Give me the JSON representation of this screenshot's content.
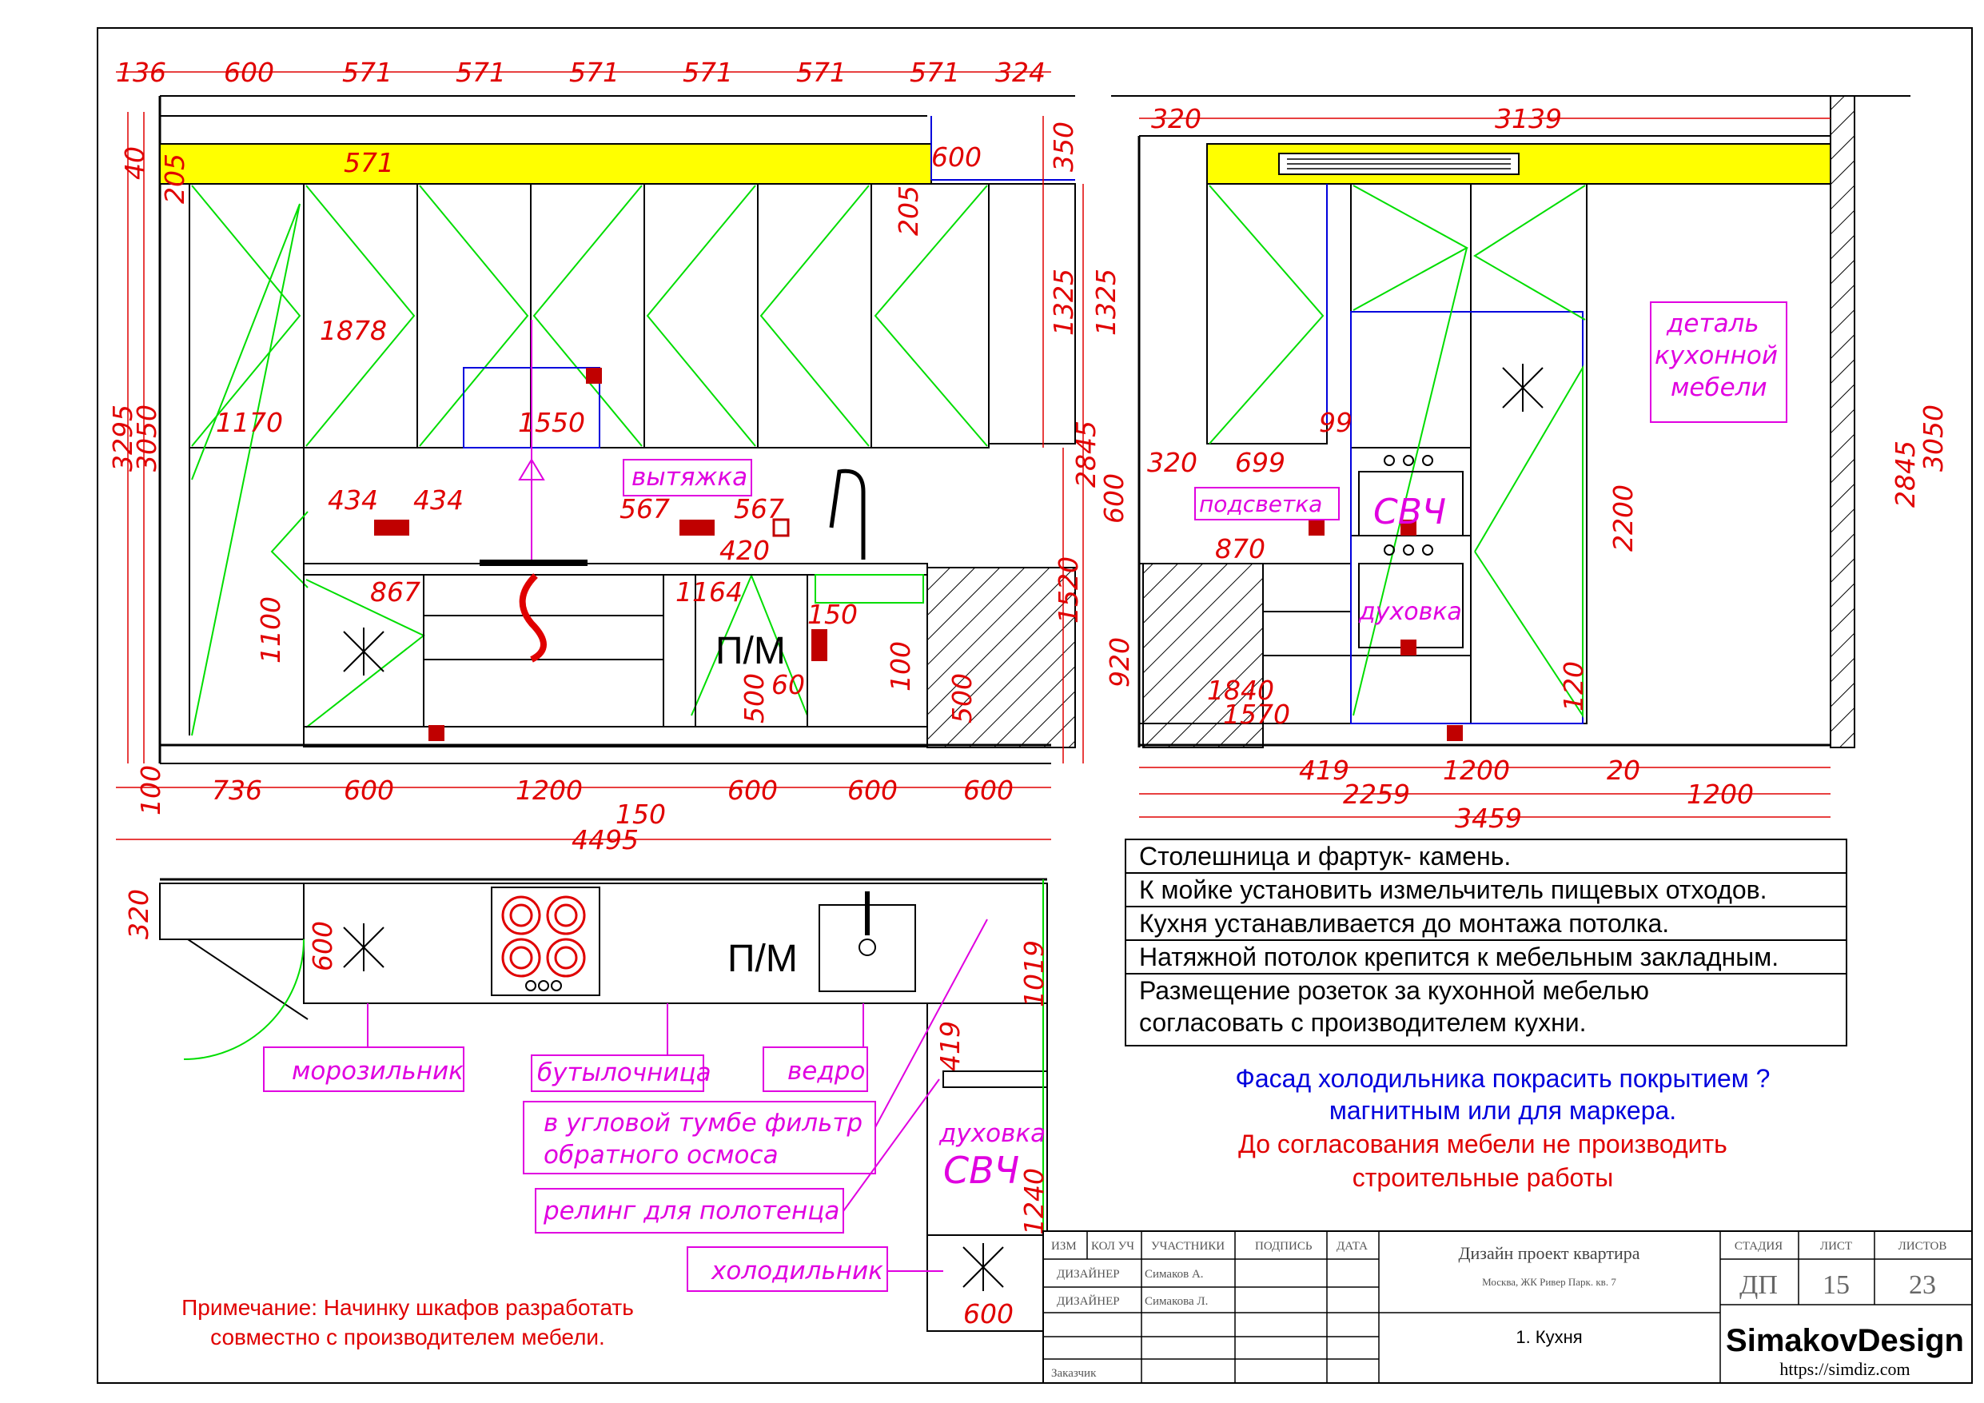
{
  "dims_top": [
    "136",
    "600",
    "571",
    "571",
    "571",
    "571",
    "571",
    "571",
    "324"
  ],
  "dims_left": [
    "40",
    "205",
    "3295",
    "3050",
    "100",
    "1100"
  ],
  "dims_misc": {
    "d571": "571",
    "d205a": "205",
    "d205b": "205",
    "d600top": "600",
    "d350": "350",
    "d1325a": "1325",
    "d1325b": "1325",
    "d2845a": "2845",
    "d600v": "600",
    "d1520": "1520",
    "d1878": "1878",
    "d1170": "1170",
    "d1550": "1550",
    "d434a": "434",
    "d434b": "434",
    "d567a": "567",
    "d567b": "567",
    "d420": "420",
    "d867": "867",
    "d1164": "1164",
    "d150a": "150",
    "d60": "60",
    "d100": "100",
    "d500a": "500",
    "d500b": "500"
  },
  "dims_bottom": [
    "736",
    "600",
    "1200",
    "600",
    "600",
    "600"
  ],
  "dim_150": "150",
  "dim_4495": "4495",
  "right_dims": {
    "d320a": "320",
    "d3139": "3139",
    "d99": "99",
    "d320b": "320",
    "d699": "699",
    "d870": "870",
    "d920": "920",
    "d1840": "1840",
    "d1570": "1570",
    "d2200": "2200",
    "d120": "120",
    "d2845": "2845",
    "d3050": "3050",
    "d419": "419",
    "d1200a": "1200",
    "d20": "20",
    "d2259": "2259",
    "d1200b": "1200",
    "d3459": "3459"
  },
  "plan_dims": {
    "d320": "320",
    "d600": "600",
    "d1019": "1019",
    "d419": "419",
    "d1240": "1240",
    "d600b": "600"
  },
  "labels": {
    "vytyazhka": "вытяжка",
    "podsvetka": "подсветка",
    "pm": "П/М",
    "pm2": "П/М",
    "svch": "СВЧ",
    "duhovka": "духовка",
    "detail_l1": "деталь",
    "detail_l2": "кухонной",
    "detail_l3": "мебели",
    "morozilnik": "морозильник",
    "butylochnica": "бутылочница",
    "vedro": "ведро",
    "filter_l1": "в угловой тумбе фильтр",
    "filter_l2": "обратного осмоса",
    "reling": "релинг для полотенца",
    "holodilnik": "холодильник",
    "plan_duhovka": "духовка",
    "plan_svch": "СВЧ"
  },
  "notes": [
    "Столешница и фартук- камень.",
    "К мойке установить измельчитель пищевых отходов.",
    "Кухня устанавливается до монтажа потолка.",
    "Натяжной потолок крепится к мебельным закладным.",
    "Размещение розеток за кухонной мебелью",
    "согласовать с производителем кухни."
  ],
  "blue_note": [
    "Фасад холодильника покрасить покрытием ?",
    "магнитным или для маркера."
  ],
  "red_note": [
    "До согласования мебели не производить",
    "строительные работы"
  ],
  "footnote": [
    "Примечание: Начинку шкафов разработать",
    "совместно с производителем мебели."
  ],
  "title_block": {
    "h_izm": "ИЗМ",
    "h_kol": "КОЛ УЧ",
    "h_uch": "УЧАСТНИКИ",
    "h_podp": "ПОДПИСЬ",
    "h_data": "ДАТА",
    "role1": "ДИЗАЙНЕР",
    "name1": "Симаков А.",
    "role2": "ДИЗАЙНЕР",
    "name2": "Симакова Л.",
    "customer": "Заказчик",
    "project": "Дизайн проект квартира",
    "address": "Москва, ЖК Ривер Парк. кв. 7",
    "sheet_title": "1. Кухня",
    "h_stage": "СТАДИЯ",
    "h_sheet": "ЛИСТ",
    "h_sheets": "ЛИСТОВ",
    "stage": "ДП",
    "sheet": "15",
    "sheets": "23",
    "brand": "SimakovDesign",
    "url": "https://simdiz.com"
  },
  "colors": {
    "dim": "#e00000",
    "label": "#e000e0",
    "hatch_yellow": "#ffff00",
    "door": "#00dd00",
    "blue": "#0000dd"
  }
}
